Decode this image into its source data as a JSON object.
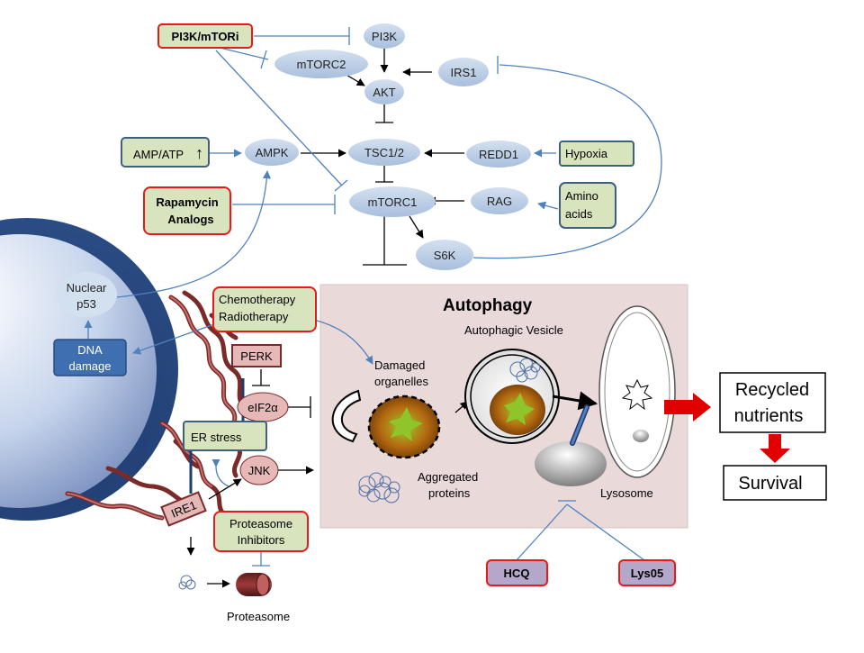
{
  "colors": {
    "node_blue": "#b8cce4",
    "drug_box_fill": "#d7e4bd",
    "drug_box_border": "#e31b1b",
    "input_box_border": "#3f5f7f",
    "inhibitor_line": "#4f81bd",
    "autophagy_bg": "#ead9d9",
    "er_dark": "#7b2a2a",
    "red_arrow": "#e00000",
    "purple_box": "#b4a7c9"
  },
  "drugs": {
    "pi3k_mtori": "PI3K/mTORi",
    "rapamycin_line1": "Rapamycin",
    "rapamycin_line2": "Analogs",
    "chemo_line1": "Chemotherapy",
    "chemo_line2": "Radiotherapy",
    "proteasome_inh_line1": "Proteasome",
    "proteasome_inh_line2": "Inhibitors",
    "hcq": "HCQ",
    "lys05": "Lys05"
  },
  "inputs": {
    "amp_atp": "AMP/ATP",
    "amp_atp_arrow": "↑",
    "hypoxia": "Hypoxia",
    "amino_line1": "Amino",
    "amino_line2": "acids"
  },
  "nodes": {
    "pi3k": "PI3K",
    "mtorc2": "mTORC2",
    "irs1": "IRS1",
    "akt": "AKT",
    "ampk": "AMPK",
    "tsc": "TSC1/2",
    "redd1": "REDD1",
    "mtorc1": "mTORC1",
    "rag": "RAG",
    "s6k": "S6K",
    "p53_line1": "Nuclear",
    "p53_line2": "p53",
    "dna_line1": "DNA",
    "dna_line2": "damage",
    "perk": "PERK",
    "eif2a": "eIF2α",
    "er_stress": "ER stress",
    "jnk": "JNK",
    "ire1": "IRE1",
    "proteasome": "Proteasome"
  },
  "autophagy": {
    "title": "Autophagy",
    "vesicle": "Autophagic Vesicle",
    "damaged_line1": "Damaged",
    "damaged_line2": "organelles",
    "aggregated_line1": "Aggregated",
    "aggregated_line2": "proteins",
    "lysosome": "Lysosome"
  },
  "outcomes": {
    "recycled_line1": "Recycled",
    "recycled_line2": "nutrients",
    "survival": "Survival"
  }
}
